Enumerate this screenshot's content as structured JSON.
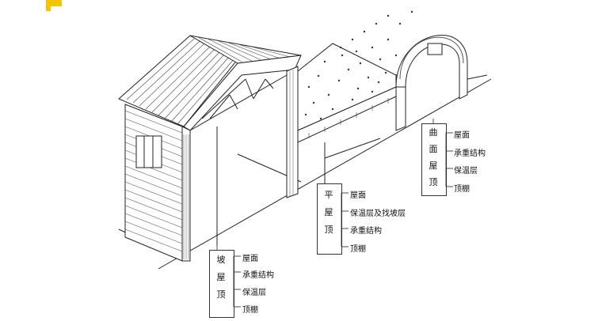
{
  "groups": [
    {
      "title_chars": [
        "坡",
        "屋",
        "顶"
      ],
      "items": [
        "屋面",
        "承重结构",
        "保温层",
        "顶棚"
      ]
    },
    {
      "title_chars": [
        "平",
        "屋",
        "顶"
      ],
      "items": [
        "屋面",
        "保温层及找坡层",
        "承重结构",
        "顶棚"
      ]
    },
    {
      "title_chars": [
        "曲",
        "面",
        "屋",
        "顶"
      ],
      "items": [
        "屋面",
        "承重结构",
        "保温层",
        "顶棚"
      ]
    }
  ],
  "colors": {
    "accent": "#f5c400",
    "line": "#222222"
  }
}
